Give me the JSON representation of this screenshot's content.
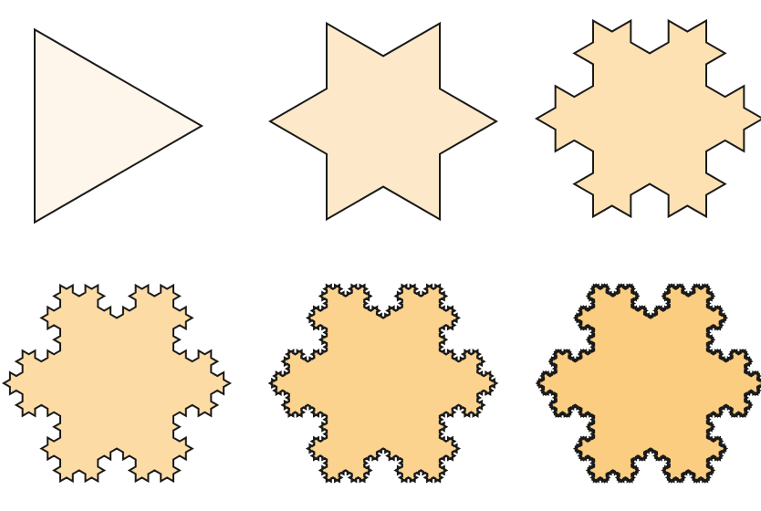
{
  "figure": {
    "type": "koch-snowflake-iterations",
    "background": "#ffffff",
    "stroke_color": "#1a1a1a",
    "panels": [
      {
        "iteration": 0,
        "fill": "#fef6ea"
      },
      {
        "iteration": 1,
        "fill": "#fde9c9"
      },
      {
        "iteration": 2,
        "fill": "#fde1b3"
      },
      {
        "iteration": 3,
        "fill": "#fcdba5"
      },
      {
        "iteration": 4,
        "fill": "#fbd38f"
      },
      {
        "iteration": 5,
        "fill": "#fbcd80"
      }
    ]
  }
}
